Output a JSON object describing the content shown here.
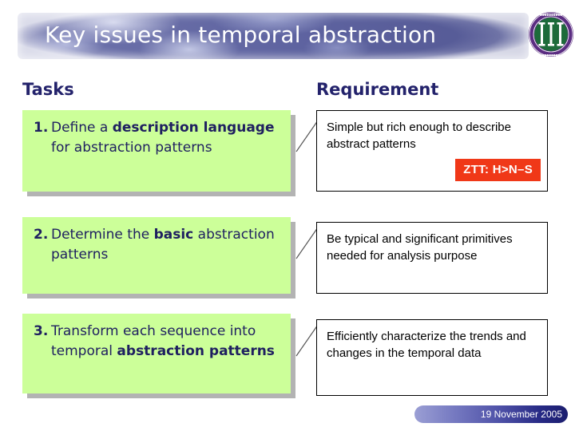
{
  "slide": {
    "title": "Key issues in temporal abstraction",
    "logo_alt": "university-seal-logo",
    "footer_date": "19 November 2005"
  },
  "columns": {
    "tasks_header": "Tasks",
    "requirement_header": "Requirement"
  },
  "rows": [
    {
      "number": "1.",
      "task_plain_1": "Define a ",
      "task_bold_1": "description language",
      "task_plain_2": " for abstraction patterns",
      "requirement": "Simple but rich enough to describe abstract patterns",
      "badge": "ZTT: H>N–S"
    },
    {
      "number": "2.",
      "task_plain_1": "Determine the ",
      "task_bold_1": "basic",
      "task_plain_2": " abstraction patterns",
      "requirement": "Be typical and significant primitives needed for analysis purpose",
      "badge": null
    },
    {
      "number": "3.",
      "task_plain_1": "Transform each sequence into temporal ",
      "task_bold_1": "abstraction patterns",
      "task_plain_2": "",
      "requirement": "Efficiently characterize the trends and changes in the temporal data",
      "badge": null
    }
  ],
  "colors": {
    "title_bar_purple": "#5e63a0",
    "header_navy": "#23226b",
    "task_green": "#ccff99",
    "task_text_navy": "#1f2060",
    "badge_red": "#f03818",
    "logo_ring_purple": "#5b2d82",
    "logo_center_green": "#1d6b3a"
  }
}
